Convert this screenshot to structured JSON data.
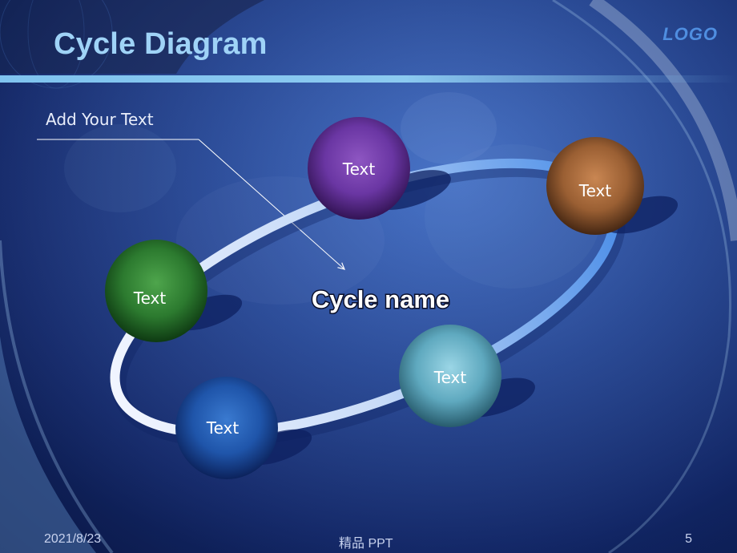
{
  "slide": {
    "title": "Cycle Diagram",
    "logo": "LOGO",
    "callout_text": "Add Your Text",
    "center_label": "Cycle name"
  },
  "nodes": [
    {
      "label": "Text",
      "color": "purple"
    },
    {
      "label": "Text",
      "color": "brown"
    },
    {
      "label": "Text",
      "color": "green"
    },
    {
      "label": "Text",
      "color": "cyan"
    },
    {
      "label": "Text",
      "color": "blue"
    }
  ],
  "footer": {
    "date": "2021/8/23",
    "center": "精品 PPT",
    "page": "5"
  },
  "colors": {
    "title": "#9fd3f7",
    "logo": "#4f8ee0",
    "ring": "#6aa8ee"
  }
}
